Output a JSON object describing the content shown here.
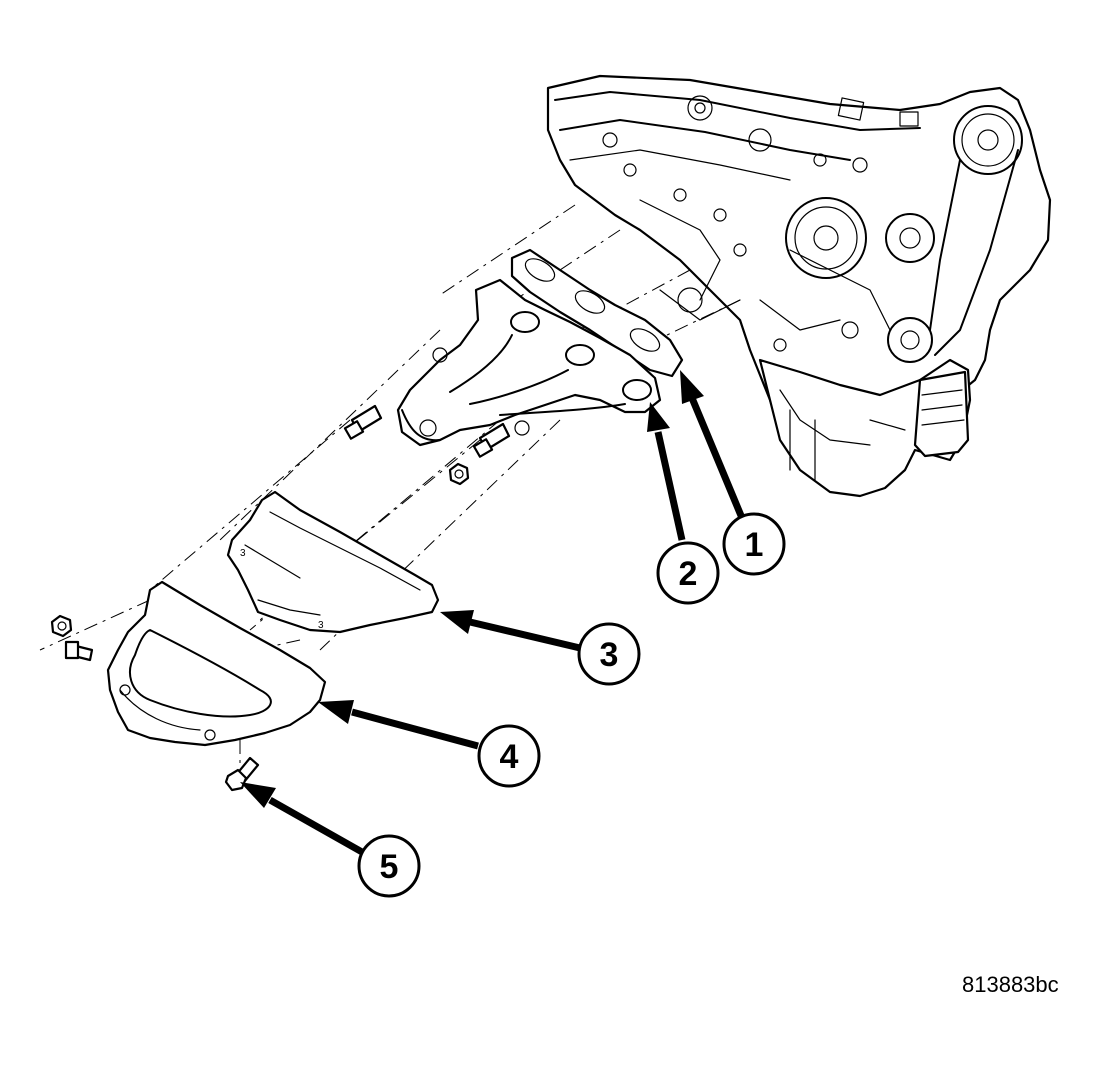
{
  "figure": {
    "id": "813883bc",
    "callouts": [
      {
        "number": "1"
      },
      {
        "number": "2"
      },
      {
        "number": "3"
      },
      {
        "number": "4"
      },
      {
        "number": "5"
      }
    ]
  }
}
